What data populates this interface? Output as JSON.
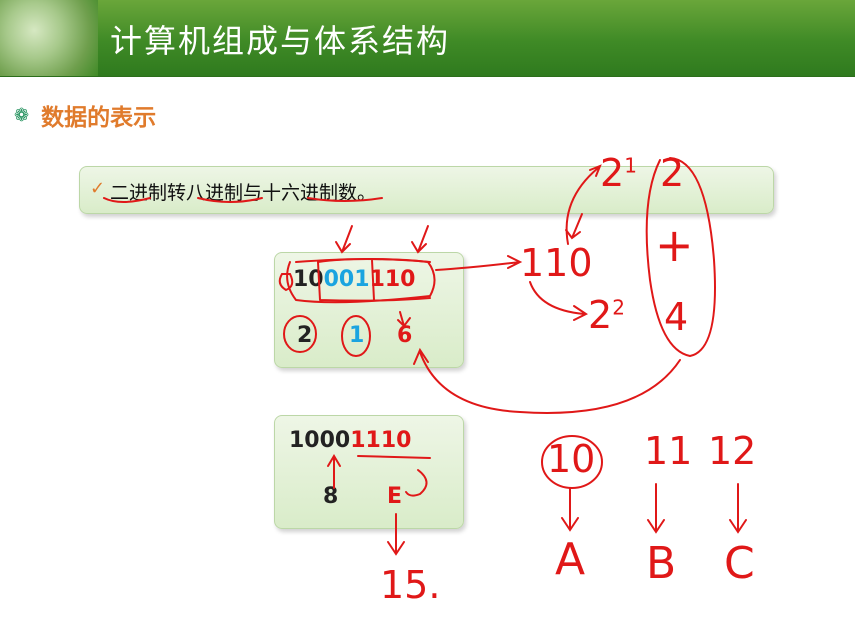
{
  "header": {
    "title": "计算机组成与体系结构"
  },
  "section": {
    "bullet_icon": "gear-bullet-icon",
    "title": "数据的表示"
  },
  "topic": {
    "check_icon": "check-icon",
    "text": "二进制转八进制与十六进制数。"
  },
  "octal_example": {
    "binary_parts": [
      {
        "text": "10",
        "color": "#222222"
      },
      {
        "text": "001",
        "color": "#1aa4e0"
      },
      {
        "text": "110",
        "color": "#e01818"
      }
    ],
    "digits": [
      {
        "text": "2",
        "color": "#222222"
      },
      {
        "text": "1",
        "color": "#1aa4e0"
      },
      {
        "text": "6",
        "color": "#e01818"
      }
    ]
  },
  "hex_example": {
    "binary_parts": [
      {
        "text": "1000",
        "color": "#222222"
      },
      {
        "text": "1110",
        "color": "#e01818"
      }
    ],
    "digits": [
      {
        "text": "8",
        "color": "#222222"
      },
      {
        "text": "E",
        "color": "#e01818"
      }
    ]
  },
  "annotations": {
    "power_top": "2",
    "power_top_exp": "1",
    "equals_top_value": "2",
    "plus": "+",
    "bits": "110",
    "power_bottom": "2",
    "power_bottom_exp": "2",
    "equals_bottom_value": "4",
    "fifteen": "15.",
    "ten": "10",
    "eleven": "11",
    "twelve": "12",
    "letter_a": "A",
    "letter_b": "B",
    "letter_c": "C"
  },
  "colors": {
    "accent_green": "#3f8a26",
    "section_orange": "#e07b2c",
    "ink_red": "#e01818",
    "blue": "#1aa4e0"
  }
}
